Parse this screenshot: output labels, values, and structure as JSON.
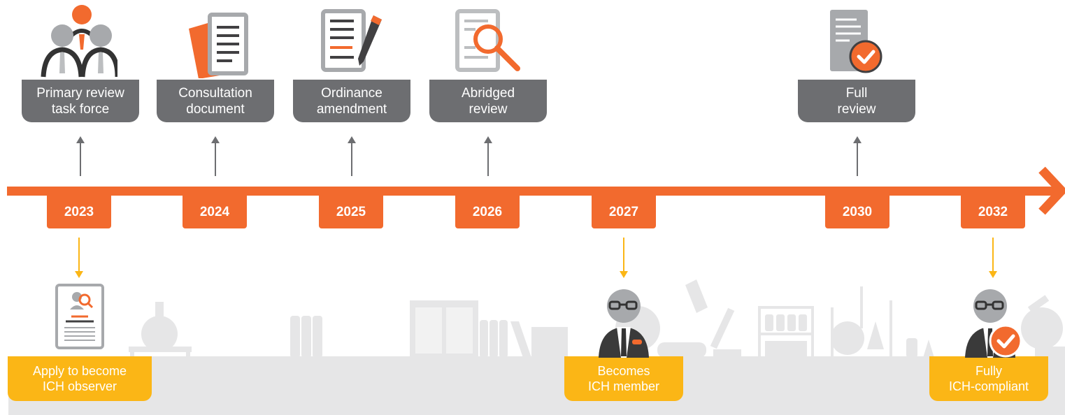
{
  "milestones_above": [
    {
      "line1": "Primary review",
      "line2": "task force",
      "icon": "task-force-icon"
    },
    {
      "line1": "Consultation",
      "line2": "document",
      "icon": "document-icon"
    },
    {
      "line1": "Ordinance",
      "line2": "amendment",
      "icon": "pen-document-icon"
    },
    {
      "line1": "Abridged",
      "line2": "review",
      "icon": "magnifier-document-icon"
    },
    {
      "line1": "Full",
      "line2": "review",
      "icon": "checked-document-icon"
    }
  ],
  "years": [
    "2023",
    "2024",
    "2025",
    "2026",
    "2027",
    "2030",
    "2032"
  ],
  "milestones_below": [
    {
      "line1": "Apply to become",
      "line2": "ICH observer",
      "icon": "application-form-icon"
    },
    {
      "line1": "Becomes",
      "line2": "ICH member",
      "icon": "scientist-icon"
    },
    {
      "line1": "Fully",
      "line2": "ICH-compliant",
      "icon": "scientist-check-icon"
    }
  ],
  "colors": {
    "timeline": "#f26a2e",
    "grey_box": "#6d6e71",
    "yellow_box": "#fbb616",
    "background_silhouette": "#e6e6e7"
  }
}
